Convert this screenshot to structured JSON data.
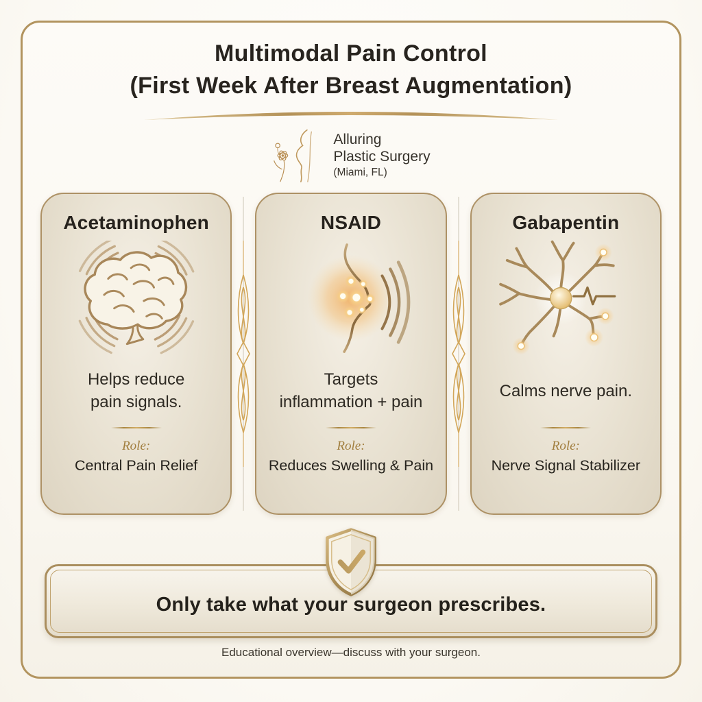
{
  "header": {
    "title_line1": "Multimodal Pain Control",
    "title_line2": "(First Week After Breast Augmentation)"
  },
  "brand": {
    "logo_icon": "female-silhouette-flower-icon",
    "name_line1": "Alluring",
    "name_line2": "Plastic Surgery",
    "location": "(Miami, FL)"
  },
  "cards": [
    {
      "title": "Acetaminophen",
      "icon": "brain-pain-waves-icon",
      "description_lines": [
        "Helps reduce",
        "pain signals."
      ],
      "role_label": "Role:",
      "role_value": "Central Pain Relief"
    },
    {
      "title": "NSAID",
      "icon": "breast-inflammation-icon",
      "description_lines": [
        "Targets",
        "inflammation + pain"
      ],
      "role_label": "Role:",
      "role_value": "Reduces Swelling & Pain"
    },
    {
      "title": "Gabapentin",
      "icon": "nerve-neuron-icon",
      "description_lines": [
        "Calms nerve pain."
      ],
      "role_label": "Role:",
      "role_value": "Nerve Signal Stabilizer"
    }
  ],
  "banner": {
    "icon": "shield-check-icon",
    "message": "Only take what your surgeon prescribes."
  },
  "footer": {
    "note": "Educational overview—discuss with your surgeon."
  },
  "colors": {
    "accent_gold": "#b2945f",
    "ornament_gold": "#d2a659",
    "role_text_gold": "#a17e3e",
    "card_background": "#e8e1d2",
    "page_background": "#fbf9f3",
    "text_dark": "#2b2722",
    "glow_orange": "#edb269"
  }
}
